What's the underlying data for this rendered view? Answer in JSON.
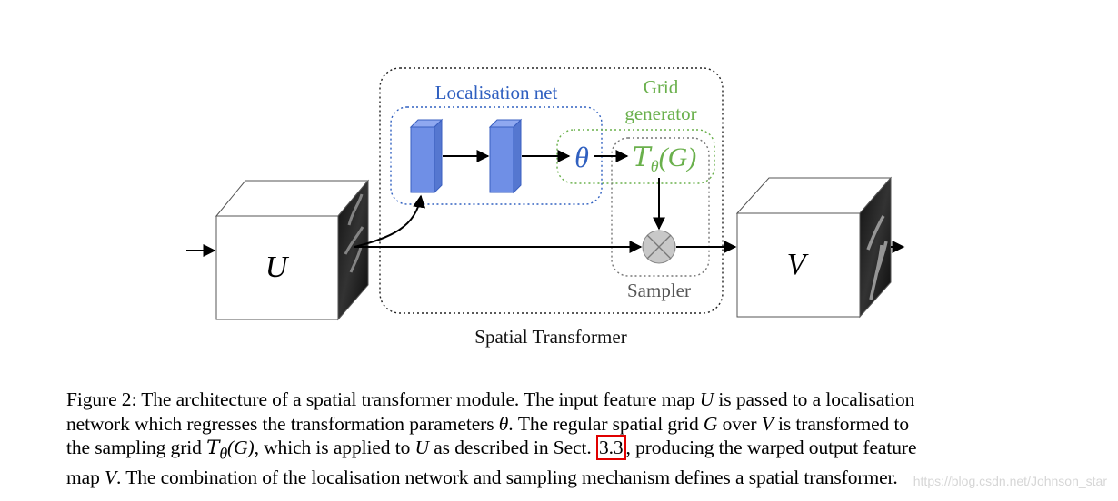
{
  "diagram": {
    "container_label": "Spatial Transformer",
    "localisation_label": "Localisation net",
    "grid_label_line1": "Grid",
    "grid_label_line2": "generator",
    "theta": "θ",
    "transform_T": "T",
    "transform_sub": "θ",
    "transform_arg": "(G)",
    "sampler_label": "Sampler",
    "input_label": "U",
    "output_label": "V",
    "colors": {
      "localisation": "#3060c0",
      "grid": "#6ab04c",
      "sampler": "#555555",
      "layer_fill": "#6f8fe6",
      "sampler_node": "#c8c8c8"
    }
  },
  "caption": {
    "figure_label": "Figure 2:",
    "l1a": "The architecture of a spatial transformer module. The input feature map ",
    "U": "U",
    "l1b": " is passed to a localisation",
    "l2a": "network which regresses the transformation parameters ",
    "theta": "θ",
    "l2b": ". The regular spatial grid ",
    "G": "G",
    "l2c": " over ",
    "V": "V",
    "l2d": " is transformed to",
    "l3a": "the sampling grid ",
    "T": "T",
    "T_sub": "θ",
    "T_arg": "(G)",
    "l3b": ", which is applied to ",
    "l3c": " as described in Sect. ",
    "ref": "3.3",
    "l3d": ", producing the warped output feature",
    "l4a": "map ",
    "l4b": ". The combination of the localisation network and sampling mechanism defines a spatial transformer."
  },
  "watermark": "https://blog.csdn.net/Johnson_star"
}
